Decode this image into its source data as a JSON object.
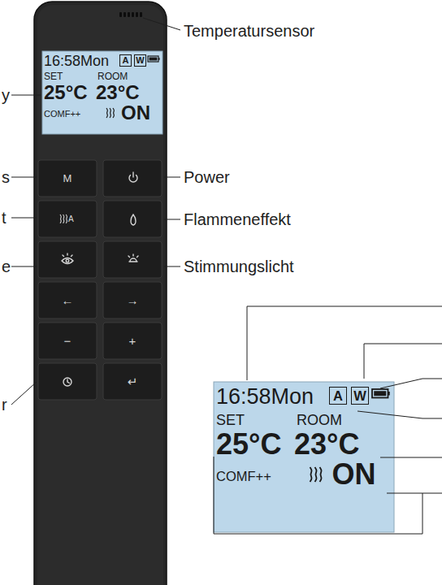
{
  "diagram": {
    "nodes": [
      {
        "text": [
          "16:58Mon",
          "SET",
          "ROOM",
          "25°C",
          "23°C",
          "COMF++",
          "ON"
        ]
      },
      {
        "text": [
          "A"
        ],
        "in": 0
      },
      {
        "text": [
          "W"
        ],
        "in": 0
      },
      {
        "text": [
          "M"
        ]
      },
      {
        "text": [
          "A"
        ]
      },
      {
        "text": [
          "←"
        ]
      },
      {
        "text": [
          "→"
        ]
      },
      {
        "text": [
          "−"
        ]
      },
      {
        "text": [
          "+"
        ]
      },
      {
        "text": [
          "↵"
        ]
      },
      {
        "text": [
          "16:58Mon",
          "SET",
          "ROOM",
          "25°C",
          "23°C",
          "COMF++",
          "ON"
        ]
      },
      {
        "text": [
          "A"
        ],
        "in": 10
      },
      {
        "text": [
          "W"
        ],
        "in": 10
      }
    ],
    "labels": [
      "Temperatursensor",
      "Power",
      "Flammeneffekt",
      "Stimmungslicht",
      "y",
      "s",
      "t",
      "e",
      "r"
    ]
  }
}
